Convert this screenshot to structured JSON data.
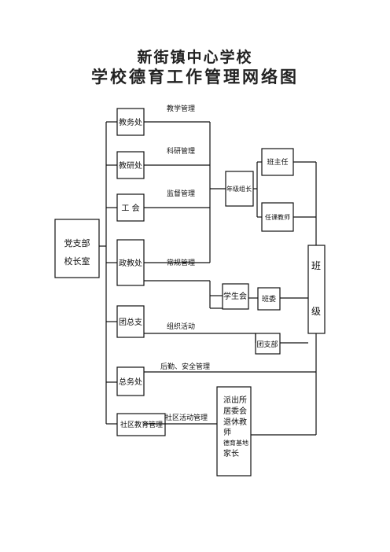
{
  "header": {
    "title": "新街镇中心学校",
    "subtitle": "学校德育工作管理网络图"
  },
  "nodes": {
    "party": [
      "党支部",
      "校长室"
    ],
    "jiaowu": "教务处",
    "jiaoyan": "教研处",
    "gonghui": "工 会",
    "zhengjiao": "政教处",
    "tuanzongzhi": "团总支",
    "zongwu": "总务处",
    "shequ": "社区教育管理",
    "nianjizu": "年级组长",
    "banzhuren": "班主任",
    "renkejiaoshi": "任课教师",
    "xueshenghui": "学生会",
    "banwei": "班委",
    "tuanzhibu": "团支部",
    "banji": [
      "班",
      "级"
    ],
    "community": [
      "派出所",
      "居委会",
      "退休教",
      "师",
      "德育基地",
      "家长"
    ]
  },
  "edge_labels": {
    "jiaowu": "教学管理",
    "jiaoyan": "科研管理",
    "gonghui": "监督管理",
    "zhengjiao": "常规管理",
    "tuanzongzhi": "组织活动",
    "zongwu": "后勤、安全管理",
    "shequ": "社区活动管理"
  }
}
